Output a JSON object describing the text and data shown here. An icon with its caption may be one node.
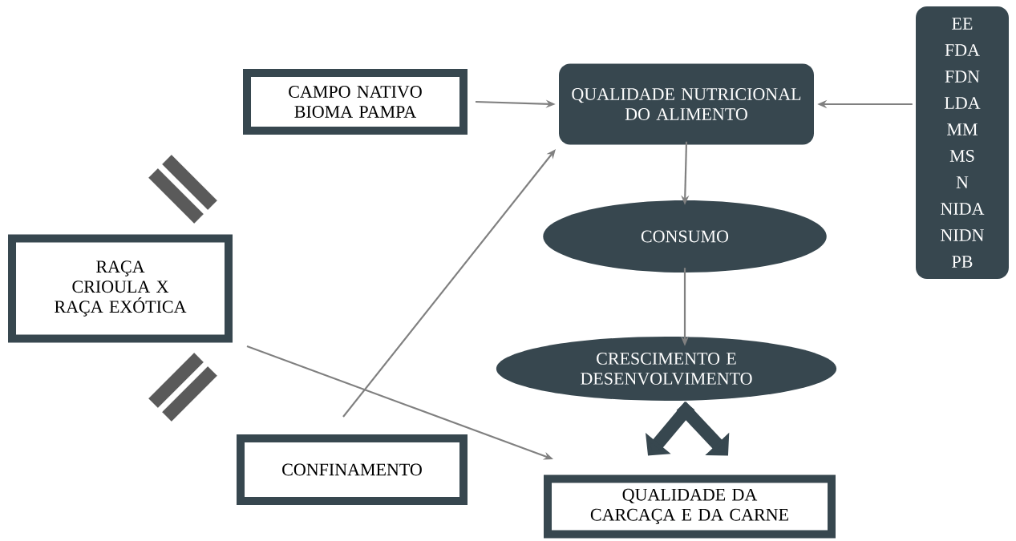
{
  "diagram": {
    "nodes": [
      {
        "text": [
          "CAMPO NATIVO BIOMA PAMPA"
        ]
      },
      {
        "text": [
          "QUALIDADE NUTRICIONAL DO ALIMENTO"
        ]
      },
      {
        "text": [
          "EE",
          "FDA",
          "FDN",
          "LDA",
          "MM",
          "MS",
          "N",
          "NIDA",
          "NIDN",
          "PB"
        ]
      },
      {
        "text": [
          "RAÇA CRIOULA X RAÇA EXÓTICA"
        ]
      },
      {
        "text": [
          "CONSUMO"
        ]
      },
      {
        "text": [
          "CRESCIMENTO E DESENVOLVIMENTO"
        ]
      },
      {
        "text": [
          "CONFINAMENTO"
        ]
      },
      {
        "text": [
          "QUALIDADE DA CARCAÇA E DA CARNE"
        ]
      }
    ],
    "edges": [
      {
        "from": 0,
        "to": 1,
        "arrow": "to"
      },
      {
        "from": 2,
        "to": 1,
        "arrow": "to"
      },
      {
        "from": 1,
        "to": 4,
        "arrow": "to"
      },
      {
        "from": 4,
        "to": 5,
        "arrow": "to"
      },
      {
        "from": 6,
        "to": 1,
        "arrow": "to"
      },
      {
        "from": 3,
        "to": 7,
        "arrow": "to"
      },
      {
        "from": 5,
        "to": 7,
        "arrow": "to",
        "style": "thick",
        "color": "#37474f"
      }
    ]
  }
}
